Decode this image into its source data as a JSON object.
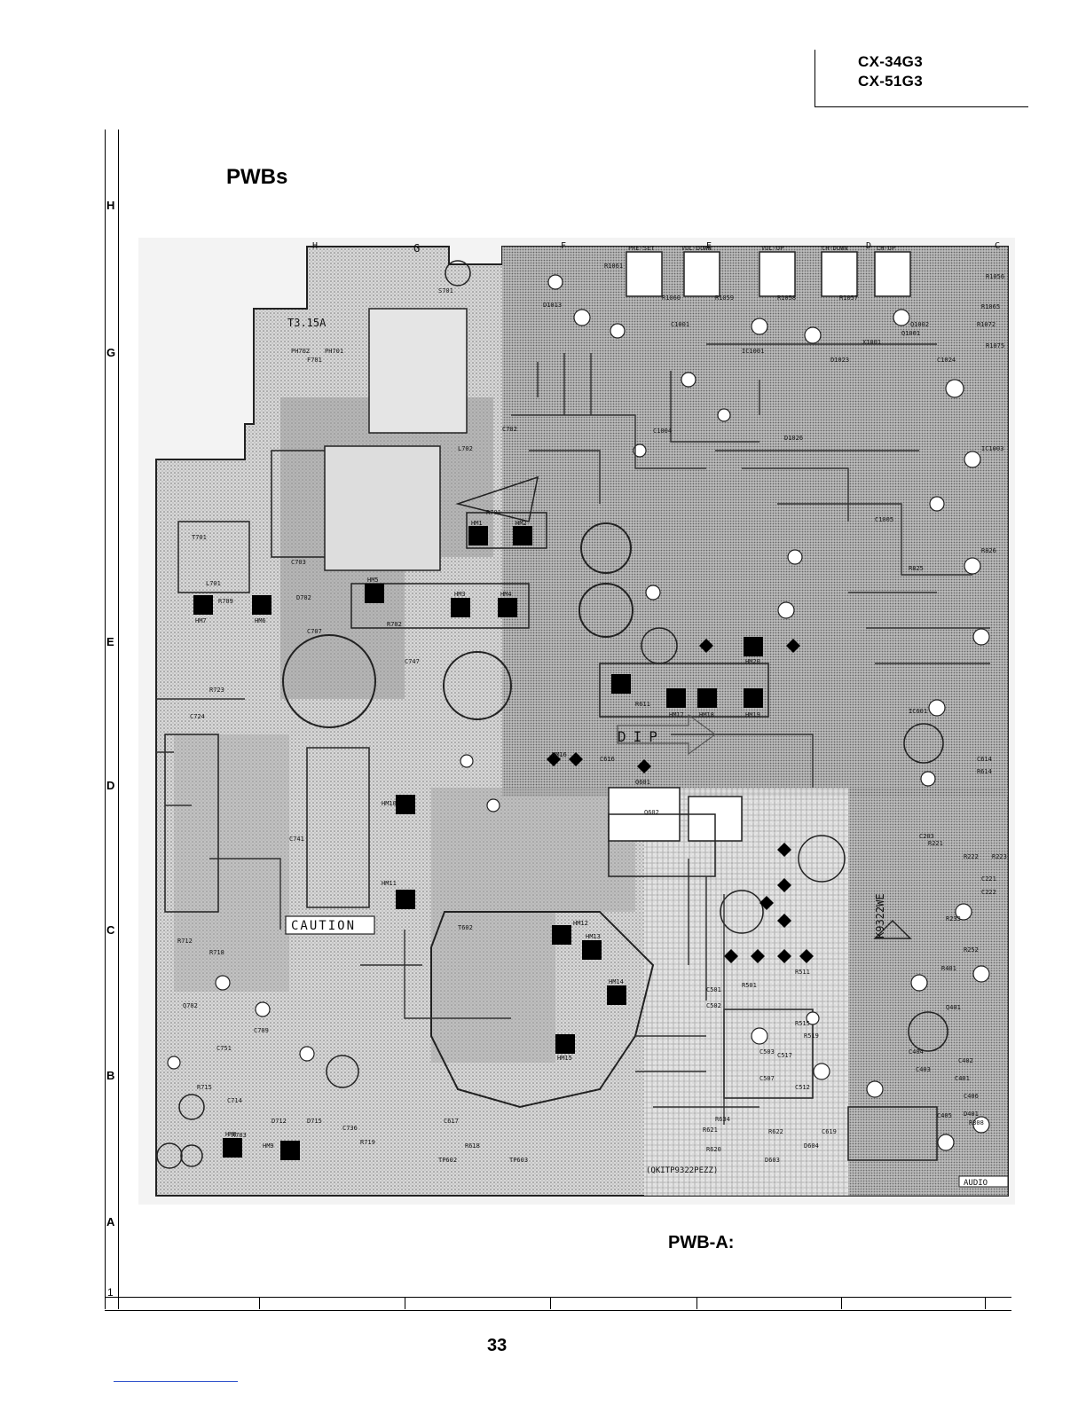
{
  "header": {
    "model_line_1": "CX-34G3",
    "model_line_2": "CX-51G3"
  },
  "title": "PWBs",
  "subtitle": "PWB-A:",
  "page_number": "33",
  "row_labels": [
    "H",
    "G",
    "E",
    "D",
    "C",
    "B",
    "A"
  ],
  "row_one": "1",
  "board": {
    "fuse_label": "T3.15A",
    "caution_label": "CAUTION",
    "dip_label": "DIP",
    "part_number": "(QKITP9322PEZZ)",
    "board_code": "K9322WE",
    "audio_label": "AUDIO",
    "buttons": [
      "PRE-SET",
      "VOL-DOWN",
      "VOL-UP",
      "CH-DOWN",
      "CH-UP"
    ],
    "connectors": [
      "H",
      "G",
      "F",
      "E",
      "D",
      "C"
    ],
    "heatsink_labels": [
      "HM1",
      "HM2",
      "HM3",
      "HM4",
      "HM5",
      "HM6",
      "HM7",
      "HM8",
      "HM9",
      "HM10",
      "HM11",
      "HM12",
      "HM13",
      "HM14",
      "HM15",
      "HM16",
      "HM17",
      "HM18",
      "HM19",
      "HM20"
    ],
    "component_labels": [
      "S701",
      "PH702",
      "PH701",
      "F701",
      "T701",
      "L701",
      "C703",
      "D702",
      "R709",
      "C707",
      "C747",
      "R702",
      "R701",
      "C702",
      "L702",
      "C724",
      "R723",
      "C741",
      "R712",
      "R718",
      "Q702",
      "C709",
      "C751",
      "R715",
      "C714",
      "D712",
      "D715",
      "C736",
      "R719",
      "R703",
      "Q601",
      "T602",
      "Q602",
      "C616",
      "R611",
      "R620",
      "R621",
      "R634",
      "C617",
      "R618",
      "TP602",
      "TP603",
      "C501",
      "C502",
      "R501",
      "R511",
      "R515",
      "R519",
      "C503",
      "C507",
      "C512",
      "C517",
      "C619",
      "R622",
      "D603",
      "D604",
      "IC1001",
      "IC1003",
      "R1061",
      "R1060",
      "R1059",
      "R1058",
      "R1057",
      "R1056",
      "R1065",
      "R1072",
      "R1075",
      "D1013",
      "D1023",
      "D1026",
      "C1001",
      "C1004",
      "C1005",
      "C1024",
      "Q1001",
      "Q1002",
      "X1001",
      "IC601",
      "R825",
      "R826",
      "C614",
      "R614",
      "C401",
      "C402",
      "C403",
      "C404",
      "C405",
      "C406",
      "D401",
      "R308",
      "R221",
      "R222",
      "R223",
      "C221",
      "C222",
      "C203",
      "R233",
      "R252",
      "R401",
      "Q401",
      "C406"
    ]
  }
}
